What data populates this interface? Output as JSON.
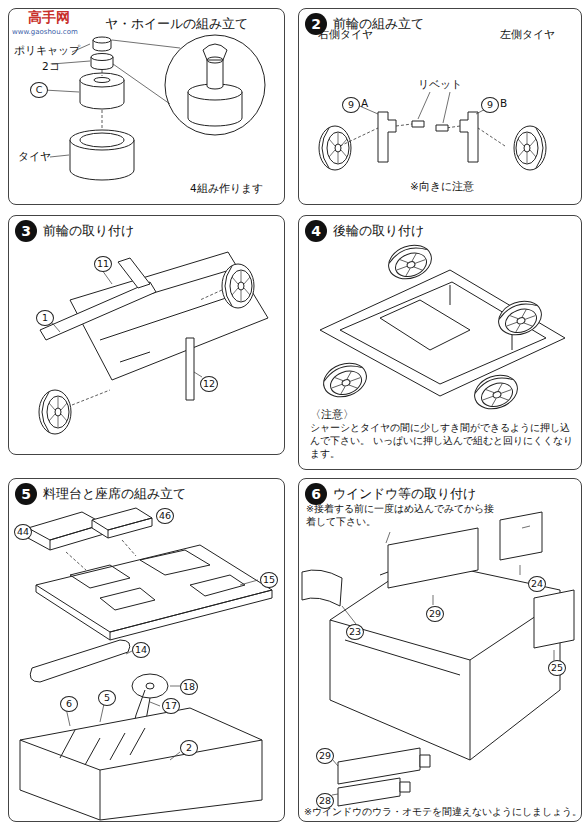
{
  "diagram": {
    "nodes": [
      {
        "text": [
          "ヤ・ホイールの組み立て"
        ]
      },
      {
        "text": [
          "前輪の組み立て"
        ]
      },
      {
        "text": [
          "2"
        ],
        "in": 1
      },
      {
        "text": [
          "前輪の取り付け"
        ]
      },
      {
        "text": [
          "3"
        ],
        "in": 3
      },
      {
        "text": [
          "後輪の取り付け"
        ]
      },
      {
        "text": [
          "4"
        ],
        "in": 5
      },
      {
        "text": [
          "料理台と座席の組み立て"
        ]
      },
      {
        "text": [
          "5"
        ],
        "in": 7
      },
      {
        "text": [
          "ウインドウ等の取り付け"
        ]
      },
      {
        "text": [
          "6"
        ],
        "in": 9
      }
    ],
    "labels": [
      "高手网",
      "www.gaoshou.com",
      "ポリキャップ",
      "2コ",
      "C",
      "タイヤ",
      "4組み作ります",
      "右側タイヤ",
      "左側タイヤ",
      "リベット",
      "9",
      "A",
      "9",
      "B",
      "※向きに注意",
      "11",
      "1",
      "12",
      "〈注意〉",
      "シャーシとタイヤの間に少しすき間ができるように押し込んで下さい。 いっぱいに押し込んで組むと回りにくくなります。",
      "44",
      "46",
      "15",
      "14",
      "18",
      "6",
      "5",
      "17",
      "2",
      "※接着する前に一度はめ込んでみてから接着して下さい。",
      "29",
      "24",
      "23",
      "25",
      "29",
      "28",
      "※ウインドウのウラ・オモテを間違えないようにしましょう。"
    ]
  }
}
